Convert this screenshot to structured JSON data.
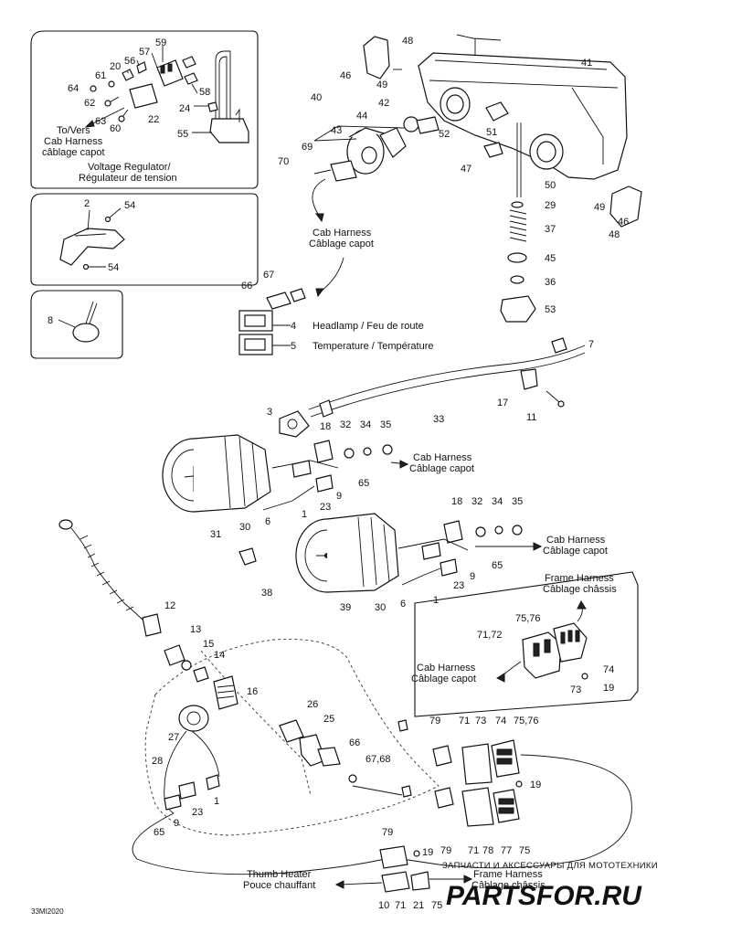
{
  "part_numbers": {
    "n1": "1",
    "n2": "2",
    "n3": "3",
    "n4": "4",
    "n5": "5",
    "n6": "6",
    "n7": "7",
    "n8": "8",
    "n9": "9",
    "n10": "10",
    "n11": "11",
    "n12": "12",
    "n13": "13",
    "n14": "14",
    "n15": "15",
    "n16": "16",
    "n17": "17",
    "n18": "18",
    "n19": "19",
    "n20": "20",
    "n21": "21",
    "n22": "22",
    "n23": "23",
    "n24": "24",
    "n25": "25",
    "n26": "26",
    "n27": "27",
    "n28": "28",
    "n29": "29",
    "n30": "30",
    "n31": "31",
    "n32": "32",
    "n33": "33",
    "n34": "34",
    "n35": "35",
    "n36": "36",
    "n37": "37",
    "n38": "38",
    "n39": "39",
    "n40": "40",
    "n41": "41",
    "n42": "42",
    "n43": "43",
    "n44": "44",
    "n45": "45",
    "n46": "46",
    "n47": "47",
    "n48": "48",
    "n49": "49",
    "n50": "50",
    "n51": "51",
    "n52": "52",
    "n53": "53",
    "n54": "54",
    "n55": "55",
    "n56": "56",
    "n57": "57",
    "n58": "58",
    "n59": "59",
    "n60": "60",
    "n61": "61",
    "n62": "62",
    "n63": "63",
    "n64": "64",
    "n65": "65",
    "n66": "66",
    "n67": "67",
    "n68": "68",
    "n69": "69",
    "n70": "70",
    "n71": "71",
    "n72": "72",
    "n73": "73",
    "n74": "74",
    "n75": "75",
    "n76": "76",
    "n77": "77",
    "n78": "78",
    "n79": "79",
    "n7172": "71,72",
    "n7576": "75,76",
    "n6768": "67,68"
  },
  "callouts": {
    "to_vers": "To/Vers",
    "cab_harness": "Cab Harness",
    "cablage_capot": "câblage capot",
    "cablage_capot_cap": "Câblage capot",
    "voltage_regulator": "Voltage Regulator/",
    "regulateur": "Régulateur de tension",
    "headlamp": "Headlamp / Feu de route",
    "temperature": "Temperature / Température",
    "frame_harness": "Frame Harness",
    "cablage_chassis": "Câblage châssis",
    "thumb_heater": "Thumb Heater",
    "pouce_chauffant": "Pouce chauffant"
  },
  "diagram_code": "33MI2020",
  "watermark": {
    "tagline": "ЗАПЧАСТИ И АКСЕССУАРЫ ДЛЯ МОТОТЕХНИКИ",
    "logo": "PARTSFOR.RU"
  }
}
